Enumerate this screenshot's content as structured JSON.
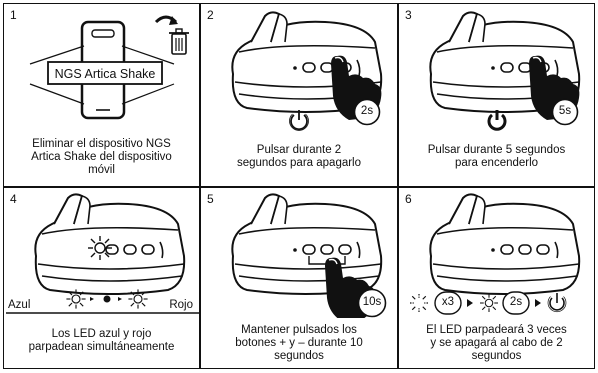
{
  "steps": [
    {
      "number": "1",
      "caption": "Eliminar el dispositivo NGS Artica Shake del dispositivo móvil",
      "device_label": "NGS Artica Shake",
      "icons": [
        "phone-icon",
        "curved-arrow-icon",
        "trash-icon"
      ]
    },
    {
      "number": "2",
      "caption": "Pulsar durante 2 segundos para apagarlo",
      "badge": "2s",
      "icons": [
        "headphone-earcup-icon",
        "hand-press-icon",
        "power-off-icon"
      ]
    },
    {
      "number": "3",
      "caption": "Pulsar durante 5 segundos para encenderlo",
      "badge": "5s",
      "icons": [
        "headphone-earcup-icon",
        "hand-press-icon",
        "power-on-icon"
      ]
    },
    {
      "number": "4",
      "caption": "Los LED azul y rojo parpadean simultáneamente",
      "left_label": "Azul",
      "right_label": "Rojo",
      "icons": [
        "headphone-earcup-icon",
        "led-blink-icon"
      ]
    },
    {
      "number": "5",
      "caption": "Mantener pulsados los botones + y – durante 10 segundos",
      "badge": "10s",
      "icons": [
        "headphone-earcup-icon",
        "hand-press-icon"
      ]
    },
    {
      "number": "6",
      "caption": "El LED parpadeará 3 veces y se apagará al cabo de 2 segundos",
      "repeat_badge": "x3",
      "time_badge": "2s",
      "icons": [
        "led-blink-icon",
        "arrow-right-icon",
        "power-off-icon"
      ]
    }
  ]
}
